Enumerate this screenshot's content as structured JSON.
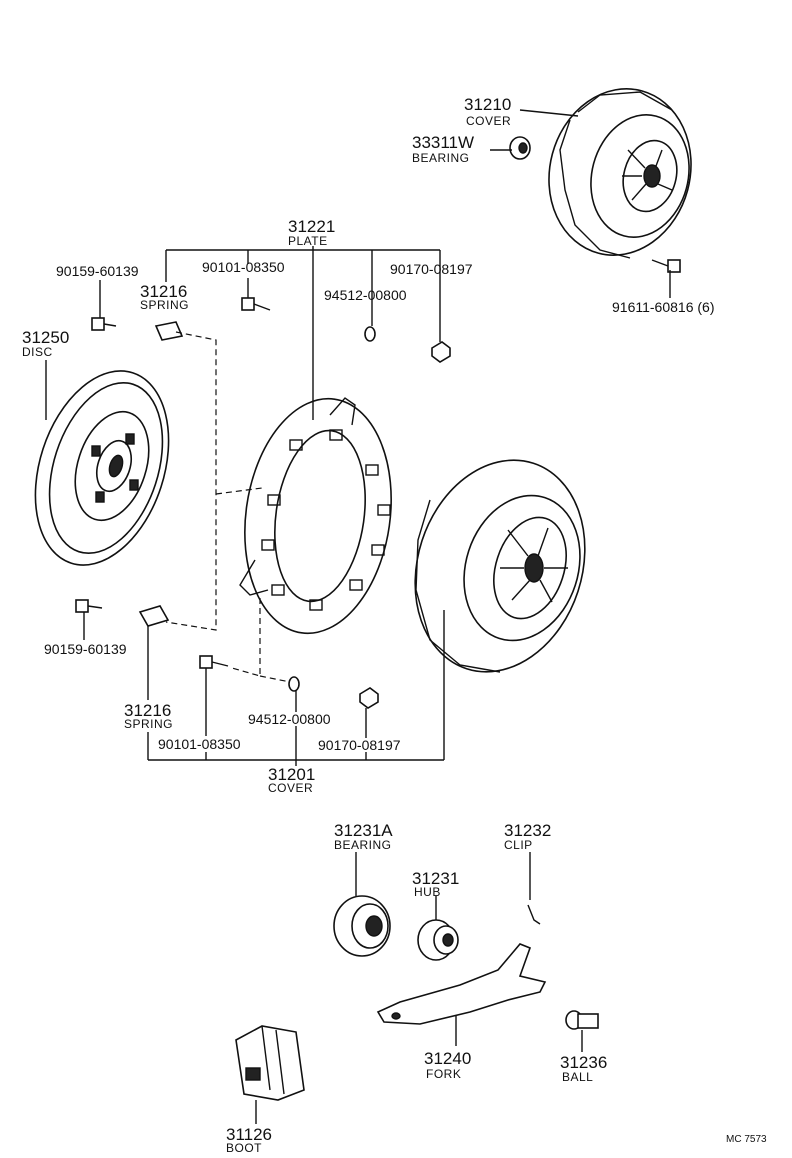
{
  "labels": {
    "cover_top_no": "31210",
    "cover_top_nm": "COVER",
    "bearing_top_no": "33311W",
    "bearing_top_nm": "BEARING",
    "plate_no": "31221",
    "plate_nm": "PLATE",
    "bolt_top_left": "90159-60139",
    "bolt_top_mid": "90101-08350",
    "nut_top": "90170-08197",
    "pin_top": "94512-00800",
    "bolt_cover_top": "91611-60816 (6)",
    "spring_top_no": "31216",
    "spring_top_nm": "SPRING",
    "disc_no": "31250",
    "disc_nm": "DISC",
    "bolt_bottom_left": "90159-60139",
    "spring_bottom_no": "31216",
    "spring_bottom_nm": "SPRING",
    "bolt_bottom_mid": "90101-08350",
    "pin_bottom": "94512-00800",
    "nut_bottom": "90170-08197",
    "cover_bottom_no": "31201",
    "cover_bottom_nm": "COVER",
    "rel_bearing_no": "31231A",
    "rel_bearing_nm": "BEARING",
    "hub_no": "31231",
    "hub_nm": "HUB",
    "clip_no": "31232",
    "clip_nm": "CLIP",
    "fork_no": "31240",
    "fork_nm": "FORK",
    "ball_no": "31236",
    "ball_nm": "BALL",
    "boot_no": "31126",
    "boot_nm": "BOOT",
    "drawing_code": "MC 7573"
  }
}
